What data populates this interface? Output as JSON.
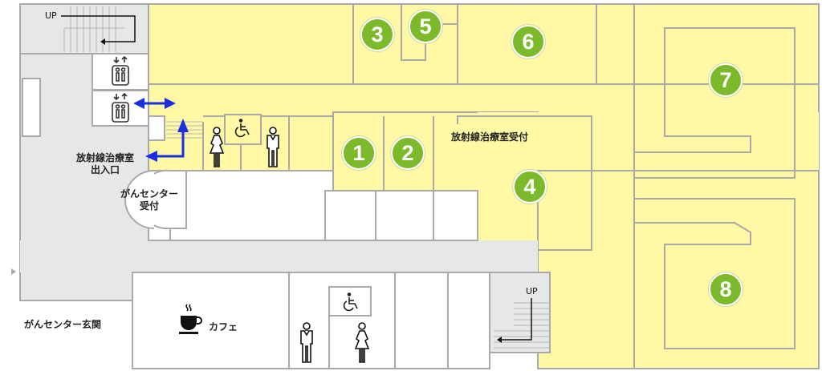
{
  "colors": {
    "treatment_area": "#fff9a6",
    "corridor": "#e6e7e8",
    "marker": "#7cba2b",
    "route": "#1a2fe0"
  },
  "labels": {
    "radiotherapy_entrance": "放射線治療室\n出入口",
    "radiotherapy_entrance_l1": "放射線治療室",
    "radiotherapy_entrance_l2": "出入口",
    "cancer_center_reception_l1": "がんセンター",
    "cancer_center_reception_l2": "受付",
    "radiotherapy_reception": "放射線治療室受付",
    "cancer_center_entrance": "がんセンター玄関",
    "cafe": "カフェ",
    "stairs_up_top": "UP",
    "stairs_up_bottom": "UP"
  },
  "markers": [
    "1",
    "2",
    "3",
    "4",
    "5",
    "6",
    "7",
    "8"
  ],
  "icons": [
    "elevator-icon",
    "elevator-icon",
    "wheelchair-icon",
    "female-toilet-icon",
    "male-toilet-icon",
    "coffee-icon",
    "wheelchair-icon",
    "male-toilet-icon",
    "female-toilet-icon"
  ]
}
